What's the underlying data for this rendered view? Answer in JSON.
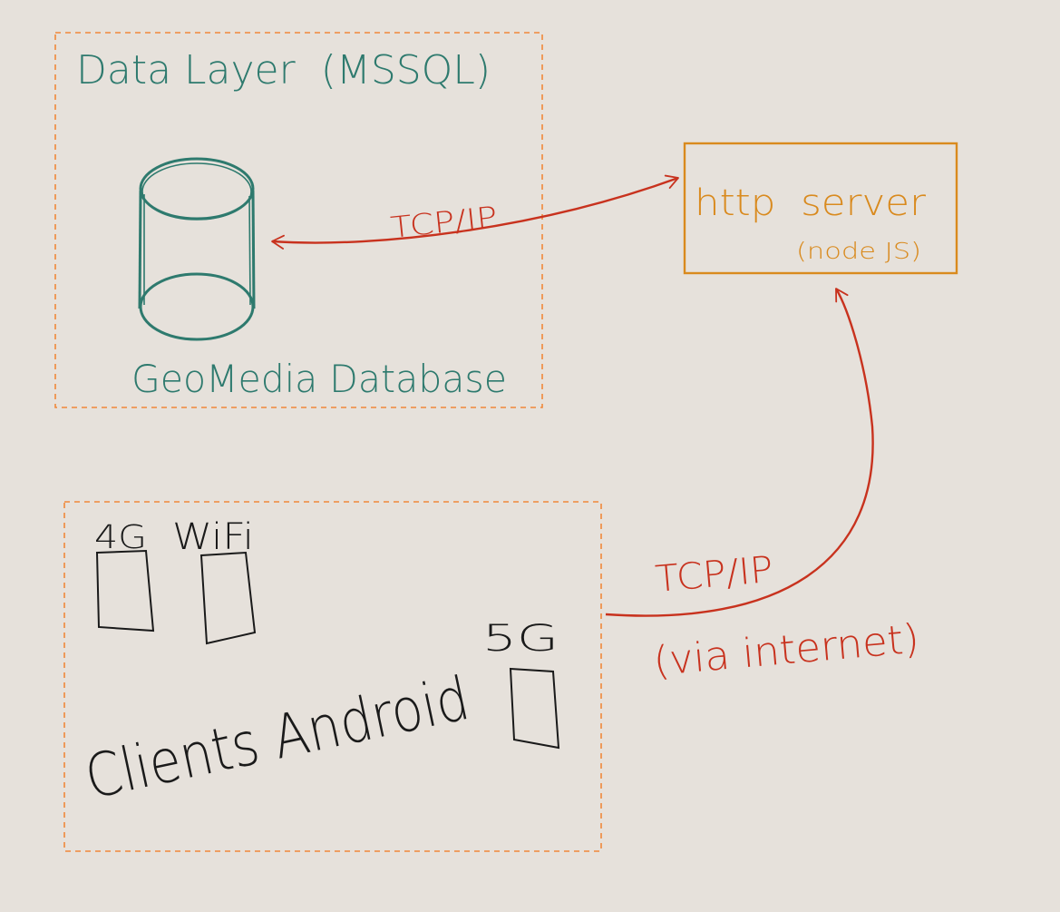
{
  "colors": {
    "background": "#e6e1db",
    "data_layer": "#2e7a6e",
    "dashed_border": "#f0883a",
    "server": "#d98a1e",
    "connection": "#c8321e",
    "clients": "#1a1a1a"
  },
  "data_layer": {
    "title": "Data Layer  (MSSQL)",
    "database_label": "GeoMedia Database"
  },
  "server": {
    "title": "http  server",
    "subtitle": "(node JS)"
  },
  "connections": {
    "db_to_server": "TCP/IP",
    "clients_to_server": "TCP/IP",
    "clients_to_server_note": "(via internet)"
  },
  "clients": {
    "title": "Clients Android",
    "devices": [
      {
        "label": "4G"
      },
      {
        "label": "WiFi"
      },
      {
        "label": "5G"
      }
    ]
  }
}
